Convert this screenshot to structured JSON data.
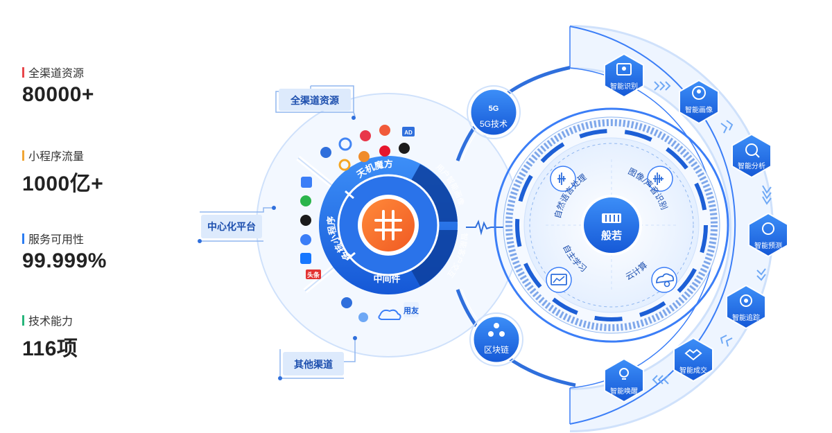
{
  "stats": [
    {
      "label": "全渠道资源",
      "value": "80000+",
      "color": "#e8474b"
    },
    {
      "label": "小程序流量",
      "value": "1000亿+",
      "color": "#f0a534"
    },
    {
      "label": "服务可用性",
      "value": "99.999%",
      "color": "#2c7df2"
    },
    {
      "label": "技术能力",
      "value": "116项",
      "color": "#27b57b"
    }
  ],
  "diagram": {
    "callouts": {
      "top": "全渠道资源",
      "left": "中心化平台",
      "bottom": "其他渠道"
    },
    "inner_ring": [
      "天机魔方",
      "多核小程序",
      "中间件"
    ],
    "middle_ring": [
      "用户智能画像",
      "智能客户交互"
    ],
    "tech_nodes": {
      "top": "5G技术",
      "bottom": "区块链",
      "badge_5g": "5G"
    },
    "core": {
      "center": "般若",
      "quadrants": [
        "自然语言处理",
        "图像/声音识别",
        "自主学习",
        "云计算"
      ]
    },
    "capabilities": [
      "智能识别",
      "智能画像",
      "智能分析",
      "智能预测",
      "智能追踪",
      "智能成交",
      "智能唤醒"
    ],
    "channel_badges": {
      "ad": "AD",
      "toutiao": "头条",
      "yonyou": "用友"
    }
  }
}
